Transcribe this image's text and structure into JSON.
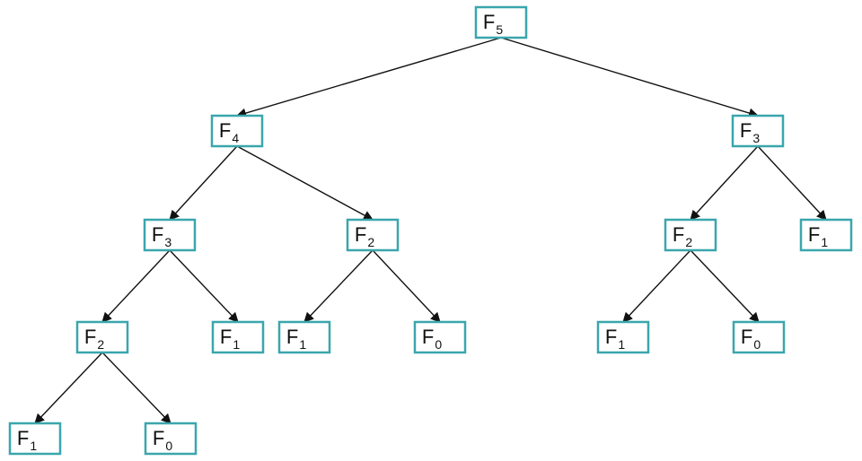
{
  "diagram": {
    "type": "tree",
    "colors": {
      "node_border": "#3aa6ad",
      "edge": "#111111",
      "text": "#111111"
    },
    "nodes": [
      {
        "id": "n1",
        "base": "F",
        "sub": "5"
      },
      {
        "id": "n2",
        "base": "F",
        "sub": "4"
      },
      {
        "id": "n3",
        "base": "F",
        "sub": "3"
      },
      {
        "id": "n4",
        "base": "F",
        "sub": "3"
      },
      {
        "id": "n5",
        "base": "F",
        "sub": "2"
      },
      {
        "id": "n6",
        "base": "F",
        "sub": "2"
      },
      {
        "id": "n7",
        "base": "F",
        "sub": "1"
      },
      {
        "id": "n8",
        "base": "F",
        "sub": "2"
      },
      {
        "id": "n9",
        "base": "F",
        "sub": "1"
      },
      {
        "id": "n10",
        "base": "F",
        "sub": "1"
      },
      {
        "id": "n11",
        "base": "F",
        "sub": "0"
      },
      {
        "id": "n12",
        "base": "F",
        "sub": "1"
      },
      {
        "id": "n13",
        "base": "F",
        "sub": "0"
      },
      {
        "id": "n14",
        "base": "F",
        "sub": "1"
      },
      {
        "id": "n15",
        "base": "F",
        "sub": "0"
      }
    ],
    "edges": [
      {
        "from": "n1",
        "to": "n2"
      },
      {
        "from": "n1",
        "to": "n3"
      },
      {
        "from": "n2",
        "to": "n4"
      },
      {
        "from": "n2",
        "to": "n5"
      },
      {
        "from": "n3",
        "to": "n6"
      },
      {
        "from": "n3",
        "to": "n7"
      },
      {
        "from": "n4",
        "to": "n8"
      },
      {
        "from": "n4",
        "to": "n9"
      },
      {
        "from": "n5",
        "to": "n10"
      },
      {
        "from": "n5",
        "to": "n11"
      },
      {
        "from": "n6",
        "to": "n12"
      },
      {
        "from": "n6",
        "to": "n13"
      },
      {
        "from": "n8",
        "to": "n14"
      },
      {
        "from": "n8",
        "to": "n15"
      }
    ]
  }
}
